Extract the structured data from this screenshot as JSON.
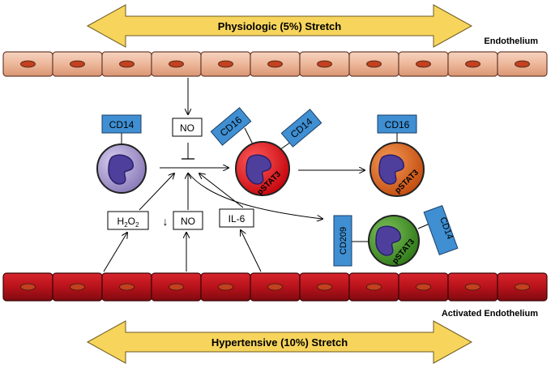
{
  "top_arrow": {
    "label": "Physiologic (5%) Stretch"
  },
  "bottom_arrow": {
    "label": "Hypertensive (10%) Stretch"
  },
  "endothelium_label": "Endothelium",
  "activated_endothelium_label": "Activated Endothelium",
  "no_top": "NO",
  "h2o2": {
    "base": "H",
    "sub1": "2",
    "mid": "O",
    "sub2": "2"
  },
  "no_bottom": "NO",
  "down_arrow": "↓",
  "il6": "IL-6",
  "cells": {
    "monocyte_classical": {
      "marker": "CD14"
    },
    "monocyte_intermediate": {
      "marker1": "CD16",
      "marker2": "CD14",
      "pstat": "pSTAT3"
    },
    "monocyte_nonclassical": {
      "marker": "CD16",
      "pstat": "pSTAT3"
    },
    "monocyte_dc": {
      "marker1": "CD209",
      "marker2": "CD14",
      "pstat": "pSTAT3"
    }
  },
  "colors": {
    "arrow_fill": "#f7d55c",
    "cell_top": "#edb79a",
    "cell_bottom": "#c0161e",
    "nucleus": "#c2411f",
    "marker_box": "#3f8fd2",
    "classical": "#a99ad0",
    "intermediate": "#e6141c",
    "nonclassical": "#e0621e",
    "dc": "#4c9a2a",
    "nucleus_shape": "#5443a0"
  }
}
